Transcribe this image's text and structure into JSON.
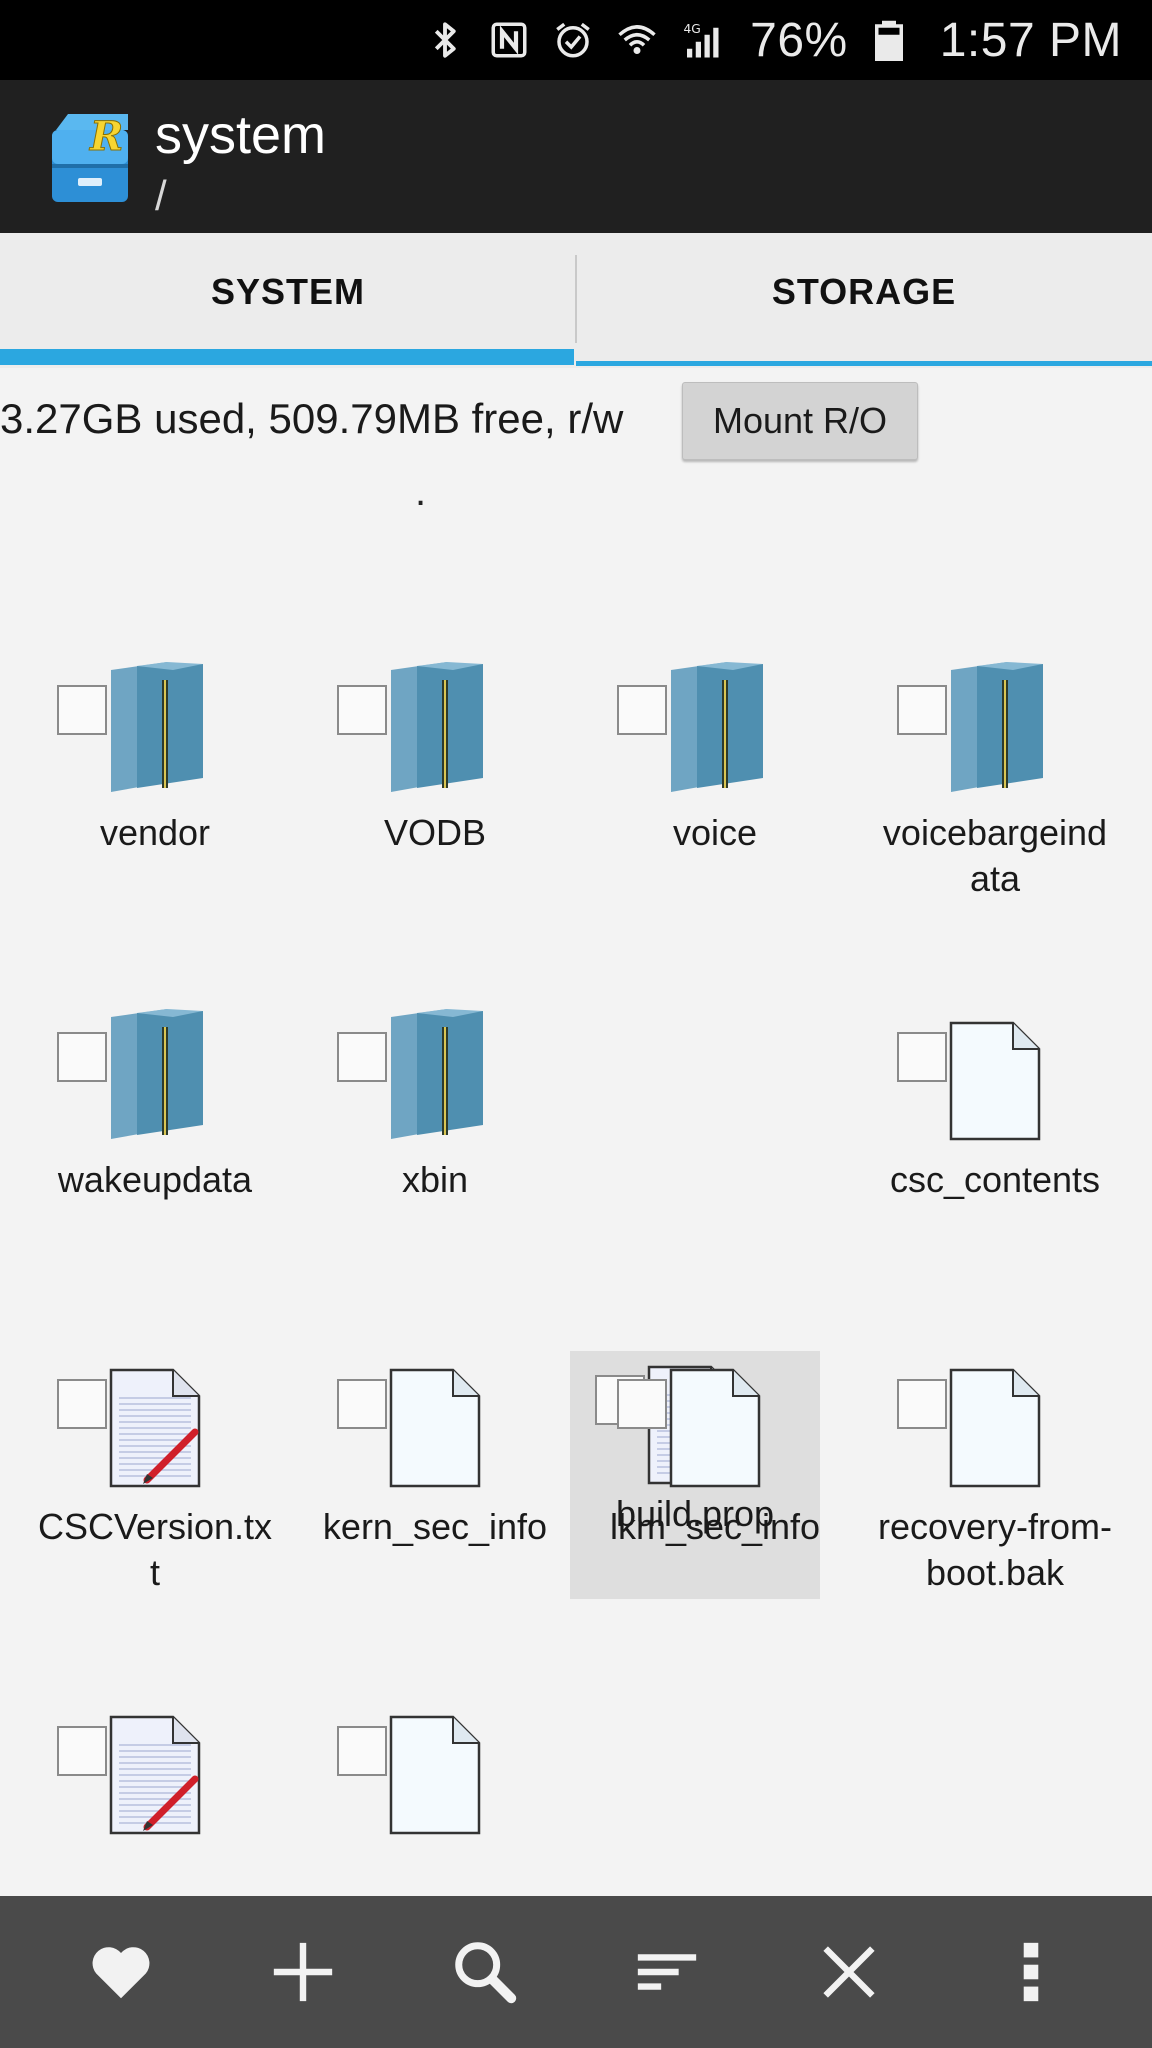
{
  "status_bar": {
    "icons": [
      "bluetooth-icon",
      "nfc-icon",
      "alarm-icon",
      "wifi-icon",
      "lte-signal-icon",
      "battery-icon"
    ],
    "battery_pct": "76%",
    "time": "1:57 PM"
  },
  "app_bar": {
    "title": "system",
    "path": "/"
  },
  "tabs": [
    {
      "label": "SYSTEM",
      "active": true
    },
    {
      "label": "STORAGE",
      "active": false
    }
  ],
  "storage": {
    "info": "3.27GB used, 509.79MB free, r/w",
    "mount_button": "Mount R/O",
    "current_dir": "."
  },
  "files": [
    {
      "name": "vendor",
      "type": "folder"
    },
    {
      "name": "VODB",
      "type": "folder"
    },
    {
      "name": "voice",
      "type": "folder"
    },
    {
      "name": "voicebargeind\nata",
      "type": "folder"
    },
    {
      "name": "wakeupdata",
      "type": "folder"
    },
    {
      "name": "xbin",
      "type": "folder"
    },
    {
      "name": "build.prop",
      "type": "text-file",
      "selected": true
    },
    {
      "name": "csc_contents",
      "type": "file"
    },
    {
      "name": "CSCVersion.tx\nt",
      "type": "text-file"
    },
    {
      "name": "kern_sec_info",
      "type": "file"
    },
    {
      "name": "lkm_sec_info",
      "type": "file"
    },
    {
      "name": "recovery-from-\nboot.bak",
      "type": "file"
    },
    {
      "name": "",
      "type": "text-file"
    },
    {
      "name": "",
      "type": "file"
    }
  ],
  "bottom_bar": [
    {
      "icon": "favorite-heart-icon"
    },
    {
      "icon": "add-plus-icon"
    },
    {
      "icon": "search-icon"
    },
    {
      "icon": "sort-icon"
    },
    {
      "icon": "close-x-icon"
    },
    {
      "icon": "overflow-menu-icon"
    }
  ],
  "colors": {
    "accent": "#2ba7e0",
    "app_bar": "#202020",
    "status_bar": "#000000",
    "bottom_bar": "#4a4a4a",
    "folder": "#4f8fb0"
  }
}
